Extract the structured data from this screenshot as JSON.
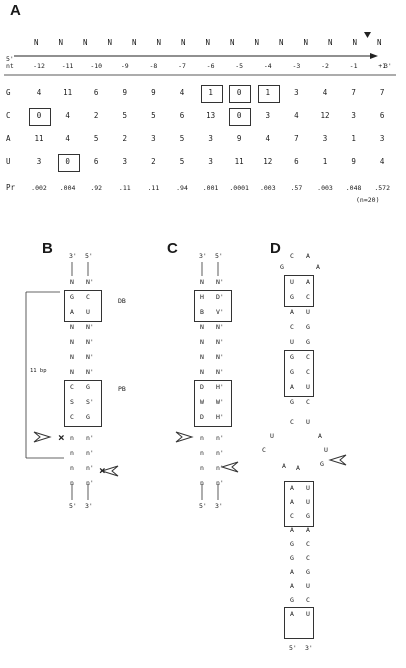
{
  "panelA": {
    "label": "A",
    "strand_start": "5'",
    "strand_end": "3'",
    "top_letters": [
      "N",
      "N",
      "N",
      "N",
      "N",
      "N",
      "N",
      "N",
      "N",
      "N",
      "N",
      "N",
      "N",
      "N",
      "N"
    ],
    "positions_label": "nt",
    "positions": [
      "-12",
      "-11",
      "-10",
      "-9",
      "-8",
      "-7",
      "-6",
      "-5",
      "-4",
      "-3",
      "-2",
      "-1",
      "+1"
    ],
    "rows": [
      {
        "base": "G",
        "values": [
          "4",
          "11",
          "6",
          "9",
          "9",
          "4",
          "1",
          "0",
          "1",
          "3",
          "4",
          "7",
          "7"
        ]
      },
      {
        "base": "C",
        "values": [
          "0",
          "4",
          "2",
          "5",
          "5",
          "6",
          "13",
          "0",
          "3",
          "4",
          "12",
          "3",
          "6"
        ]
      },
      {
        "base": "A",
        "values": [
          "11",
          "4",
          "5",
          "2",
          "3",
          "5",
          "3",
          "9",
          "4",
          "7",
          "3",
          "1",
          "3"
        ]
      },
      {
        "base": "U",
        "values": [
          "3",
          "0",
          "6",
          "3",
          "2",
          "5",
          "3",
          "11",
          "12",
          "6",
          "1",
          "9",
          "4"
        ]
      }
    ],
    "p_label": "Pr",
    "p_values": [
      ".002",
      ".004",
      ".92",
      ".11",
      ".11",
      ".94",
      ".001",
      ".0001",
      ".003",
      ".57",
      ".003",
      ".048",
      ".572"
    ],
    "n_label": "(n=20)"
  },
  "panelB": {
    "label": "B",
    "top": [
      "3'",
      "5'"
    ],
    "rows": [
      [
        "N",
        "N'"
      ],
      [
        "G",
        "C"
      ],
      [
        "A",
        "U"
      ],
      [
        "N",
        "N'"
      ],
      [
        "N",
        "N'"
      ],
      [
        "N",
        "N'"
      ],
      [
        "N",
        "N'"
      ],
      [
        "C",
        "G"
      ],
      [
        "S",
        "S'"
      ],
      [
        "C",
        "G"
      ],
      [
        "n",
        "n'"
      ],
      [
        "n",
        "n'"
      ],
      [
        "n",
        "n'"
      ],
      [
        "n",
        "n'"
      ]
    ],
    "bottom": [
      "5'",
      "3'"
    ],
    "db_label": "DB",
    "pb_label": "PB",
    "bp_label": "11 bp"
  },
  "panelC": {
    "label": "C",
    "top": [
      "3'",
      "5'"
    ],
    "rows": [
      [
        "N",
        "N'"
      ],
      [
        "H",
        "D'"
      ],
      [
        "B",
        "V'"
      ],
      [
        "N",
        "N'"
      ],
      [
        "N",
        "N'"
      ],
      [
        "N",
        "N'"
      ],
      [
        "N",
        "N'"
      ],
      [
        "D",
        "H'"
      ],
      [
        "W",
        "W'"
      ],
      [
        "D",
        "H'"
      ],
      [
        "n",
        "n'"
      ],
      [
        "n",
        "n'"
      ],
      [
        "n",
        "n'"
      ],
      [
        "n",
        "n'"
      ]
    ],
    "bottom": [
      "5'",
      "3'"
    ]
  },
  "panelD": {
    "label": "D",
    "loop_top": [
      "C",
      "A"
    ],
    "loop_sides": [
      "G",
      "A"
    ],
    "stem1": [
      [
        "U",
        "A"
      ],
      [
        "G",
        "C"
      ],
      [
        "A",
        "U"
      ],
      [
        "C",
        "G"
      ],
      [
        "U",
        "G"
      ],
      [
        "G",
        "C"
      ],
      [
        "G",
        "C"
      ],
      [
        "A",
        "U"
      ],
      [
        "G",
        "C"
      ]
    ],
    "bulge_top": [
      "C",
      "U"
    ],
    "bulge_left": [
      "U",
      "C"
    ],
    "bulge_right": [
      "A",
      "U",
      "G"
    ],
    "bulge_mid": [
      "A",
      "A"
    ],
    "stem2": [
      [
        "A",
        "U"
      ],
      [
        "A",
        "U"
      ],
      [
        "C",
        "G"
      ],
      [
        "A",
        "A"
      ],
      [
        "G",
        "C"
      ],
      [
        "G",
        "C"
      ],
      [
        "A",
        "G"
      ],
      [
        "A",
        "U"
      ],
      [
        "G",
        "C"
      ],
      [
        "A",
        "U"
      ]
    ],
    "bottom": [
      "5'",
      "3'"
    ]
  }
}
